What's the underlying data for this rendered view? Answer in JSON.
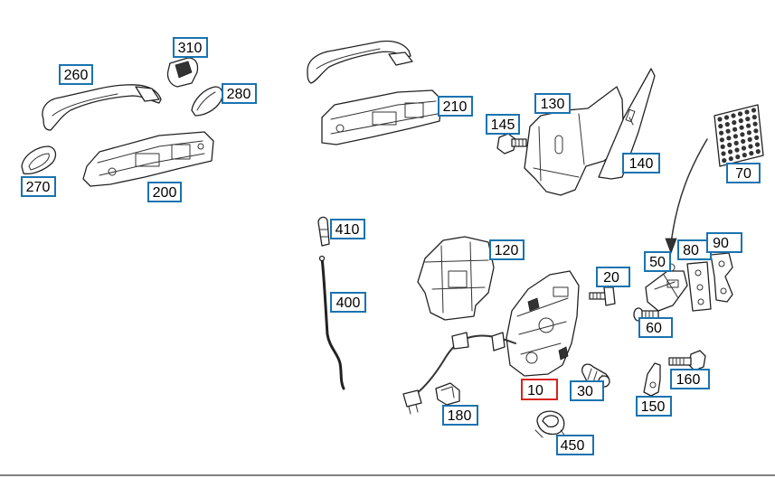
{
  "colors": {
    "callout_border": "#1a73b0",
    "callout_selected_border": "#d9241c",
    "line_art": "#222222",
    "background": "#ffffff"
  },
  "selected_part": "10",
  "callouts": {
    "c10": "10",
    "c20": "20",
    "c30": "30",
    "c50": "50",
    "c60": "60",
    "c70": "70",
    "c80": "80",
    "c90": "90",
    "c120": "120",
    "c130": "130",
    "c140": "140",
    "c145": "145",
    "c150": "150",
    "c160": "160",
    "c180": "180",
    "c200": "200",
    "c210": "210",
    "c260": "260",
    "c270": "270",
    "c280": "280",
    "c310": "310",
    "c400": "400",
    "c410": "410",
    "c450": "450"
  }
}
